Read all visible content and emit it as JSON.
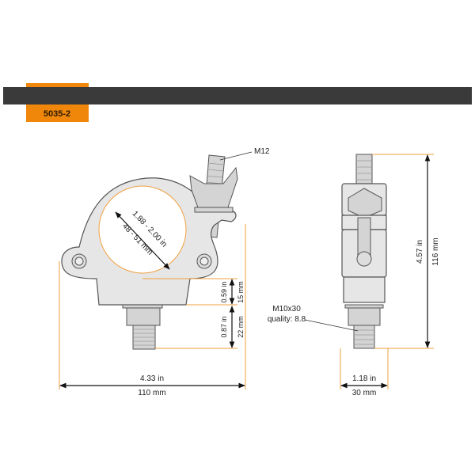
{
  "header": {
    "product_code": "5035-2",
    "bar_color": "#3a3a3a",
    "accent_color": "#f0870a"
  },
  "front_view": {
    "bolt_label": "M12",
    "tube_diameter_in": "1.88 - 2.00 in",
    "tube_diameter_mm": "48 - 51 mm",
    "lower_block_in": "0.59 in",
    "lower_block_mm": "15 mm",
    "bolt_length_in": "0.87 in",
    "bolt_length_mm": "22 mm",
    "width_in": "4.33 in",
    "width_mm": "110 mm"
  },
  "side_view": {
    "bolt_label": "M10x30",
    "bolt_quality": "quality: 8.8",
    "height_in": "4.57 in",
    "height_mm": "116 mm",
    "width_in": "1.18 in",
    "width_mm": "30 mm"
  }
}
